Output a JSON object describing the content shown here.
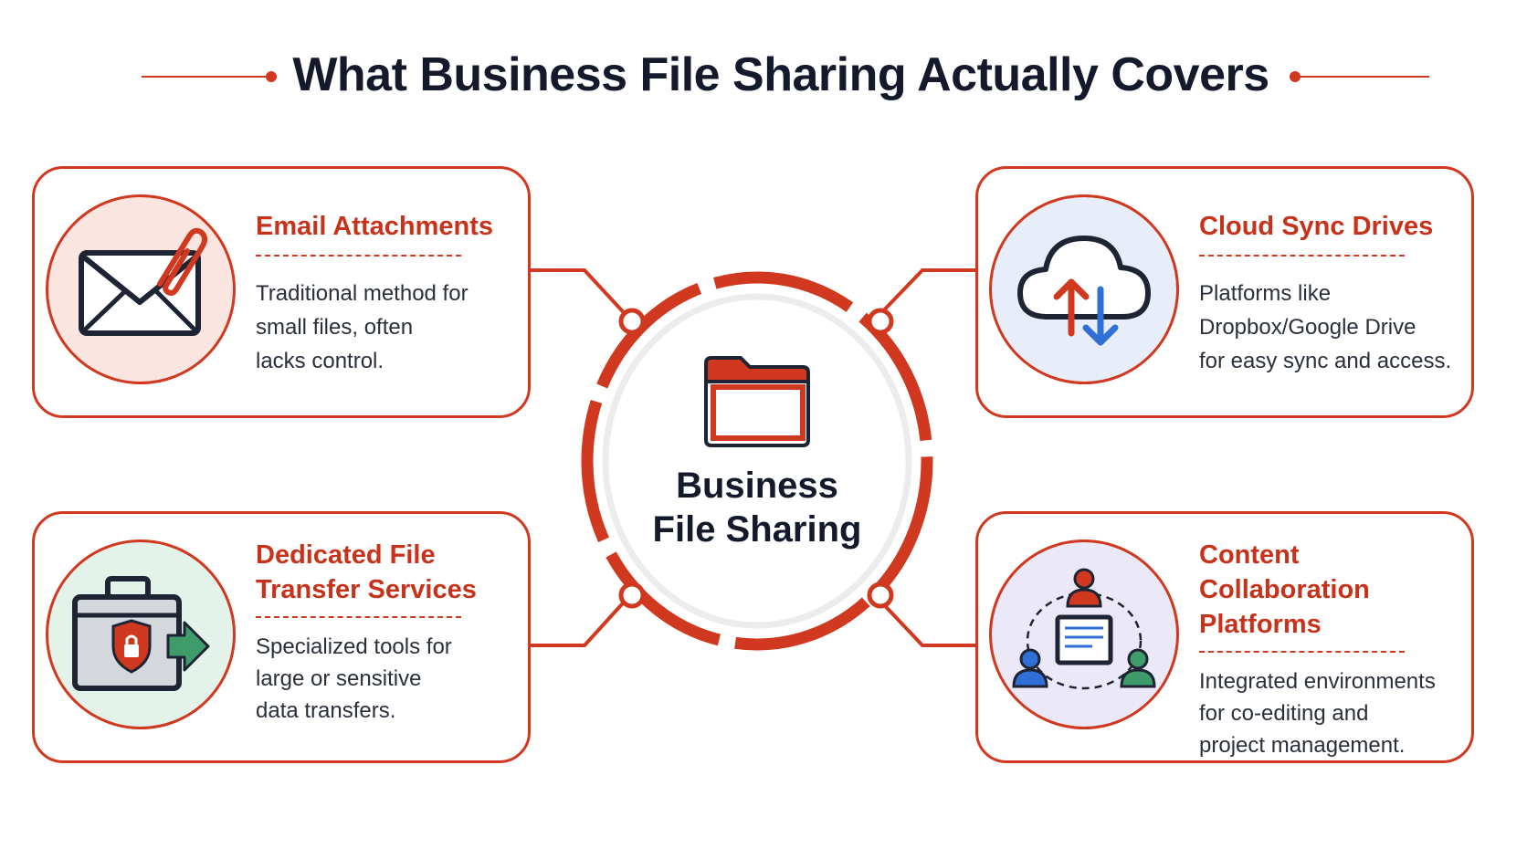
{
  "title": "What Business File Sharing Actually Covers",
  "hub": {
    "line1": "Business",
    "line2": "File Sharing"
  },
  "cards": [
    {
      "title": "Email Attachments",
      "description": [
        "Traditional method for",
        "small files, often",
        "lacks control."
      ],
      "icon": "envelope-paperclip-icon"
    },
    {
      "title": "Cloud Sync Drives",
      "description": [
        "Platforms like",
        "Dropbox/Google Drive",
        "for easy sync and access."
      ],
      "icon": "cloud-sync-icon"
    },
    {
      "title_lines": [
        "Dedicated File",
        "Transfer Services"
      ],
      "description": [
        "Specialized tools for",
        "large or sensitive",
        "data transfers."
      ],
      "icon": "secure-transfer-icon"
    },
    {
      "title_lines": [
        "Content Collaboration",
        "Platforms"
      ],
      "description": [
        "Integrated environments",
        "for co-editing and",
        "project management."
      ],
      "icon": "collaboration-icon"
    }
  ],
  "colors": {
    "accent": "#d0391f",
    "title_text": "#141a2b",
    "blue": "#2f6fd6",
    "green": "#3e9b6a"
  }
}
